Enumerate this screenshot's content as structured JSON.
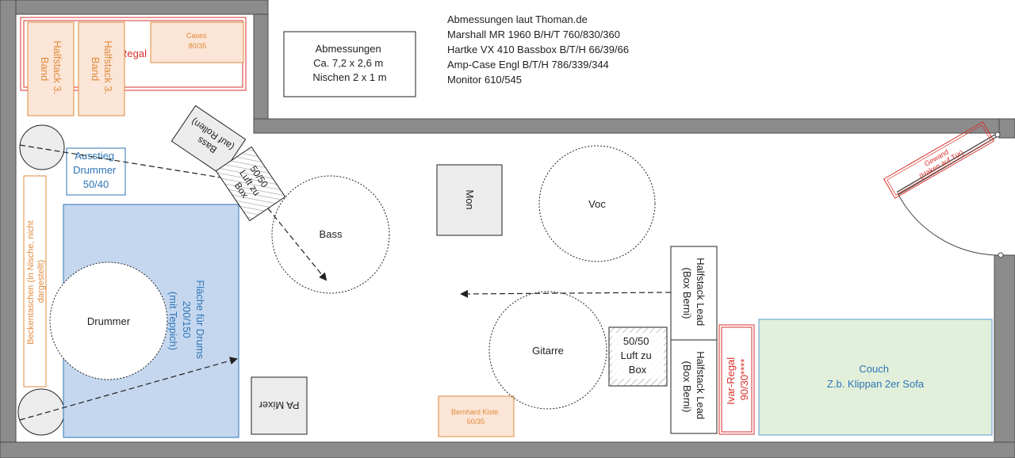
{
  "colors": {
    "wall": "#8c8c8c",
    "wall_stroke": "#4a4a4a",
    "red": "#d9302c",
    "orange": "#e08a3c",
    "orange_fill": "#fbe5d6",
    "blue": "#2e75b6",
    "blue_fill": "#c5d7ef",
    "green_fill": "#e2efda",
    "green_stroke": "#5b9bd5",
    "gray_fill": "#ececec",
    "text_dark": "#222222"
  },
  "info_box": {
    "lines": [
      "Abmessungen",
      "Ca. 7,2 x 2,6 m",
      "Nischen 2 x 1 m"
    ]
  },
  "notes": {
    "lines": [
      "Abmessungen laut Thoman.de",
      "Marshall MR 1960 B/H/T 760/830/360",
      "Hartke VX 410 Bassbox B/T/H 66/39/66",
      "Amp-Case Engl B/T/H 786/339/344",
      "Monitor 610/545"
    ]
  },
  "regal": {
    "label": "Regal"
  },
  "cases": {
    "lines": [
      "Cases",
      "80/35"
    ]
  },
  "halfstacks_band": [
    {
      "lines": [
        "Halfstack 3.",
        "Band"
      ]
    },
    {
      "lines": [
        "Halfstack 3.",
        "Band"
      ]
    }
  ],
  "ausstieg": {
    "lines": [
      "Ausstieg",
      "Drummer",
      "50/40"
    ]
  },
  "beckentaschen": {
    "lines": [
      "Beckentaschen (in Nische, nicht",
      "dargestellt)"
    ]
  },
  "drum_area": {
    "lines": [
      "Fläche für Drums",
      "200/150",
      "(mit Teppich)"
    ]
  },
  "drummer": {
    "label": "Drummer"
  },
  "bass_cab": {
    "lines": [
      "Bass",
      "(auf Rollen)"
    ]
  },
  "luft_box_1": {
    "lines": [
      "50/50",
      "Luft zu",
      "Box"
    ]
  },
  "bass": {
    "label": "Bass"
  },
  "mon": {
    "label": "Mon"
  },
  "voc": {
    "label": "Voc"
  },
  "pa_mixer": {
    "label": "PA Mixer"
  },
  "bernhard": {
    "lines": [
      "Bernhard Kiste",
      "60/35"
    ]
  },
  "gitarre": {
    "label": "Gitarre"
  },
  "luft_box_2": {
    "lines": [
      "50/50",
      "Luft zu",
      "Box"
    ]
  },
  "halfstacks_lead": [
    {
      "lines": [
        "Halfstack Lead",
        "(Box Berni)"
      ]
    },
    {
      "lines": [
        "Halfstack Lead",
        "(Box Berni)"
      ]
    }
  ],
  "ivar": {
    "lines": [
      "Ivar-Regal",
      "90/30****"
    ]
  },
  "couch": {
    "lines": [
      "Couch",
      "Z.b. Klippan 2er Sofa"
    ]
  },
  "gewand": {
    "lines": [
      "Gewand",
      "(Haken auf Tür)"
    ]
  }
}
